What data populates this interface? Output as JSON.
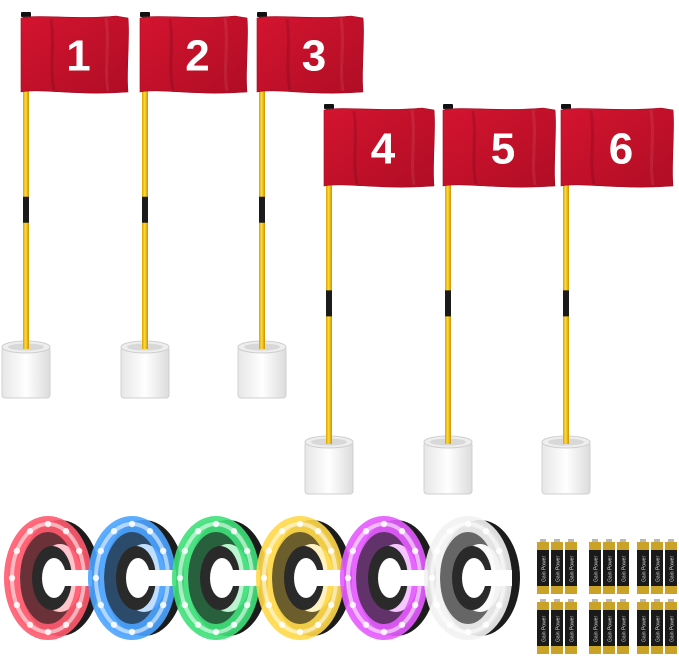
{
  "product": {
    "flags": [
      {
        "number": "1",
        "row": "back"
      },
      {
        "number": "2",
        "row": "back"
      },
      {
        "number": "3",
        "row": "back"
      },
      {
        "number": "4",
        "row": "front"
      },
      {
        "number": "5",
        "row": "front"
      },
      {
        "number": "6",
        "row": "front"
      }
    ],
    "cup_lights": [
      {
        "glow": "red",
        "color": "#ff5a6e"
      },
      {
        "glow": "blue",
        "color": "#4aa3ff"
      },
      {
        "glow": "green",
        "color": "#3fe07a"
      },
      {
        "glow": "yellow",
        "color": "#ffd84a"
      },
      {
        "glow": "purple",
        "color": "#e45bff"
      },
      {
        "glow": "white",
        "color": "#f2f2f2"
      }
    ],
    "battery_label": "Gain Power",
    "battery_pack_count": 6,
    "batteries_per_pack": 3
  },
  "colors": {
    "flag_red": "#c8102e",
    "pole_yellow": "#f2c200",
    "pole_black_band": "#1b1b1b",
    "cup_white": "#f7f7f7",
    "battery_body": "#1a1a1a",
    "battery_cap": "#c9a227"
  }
}
